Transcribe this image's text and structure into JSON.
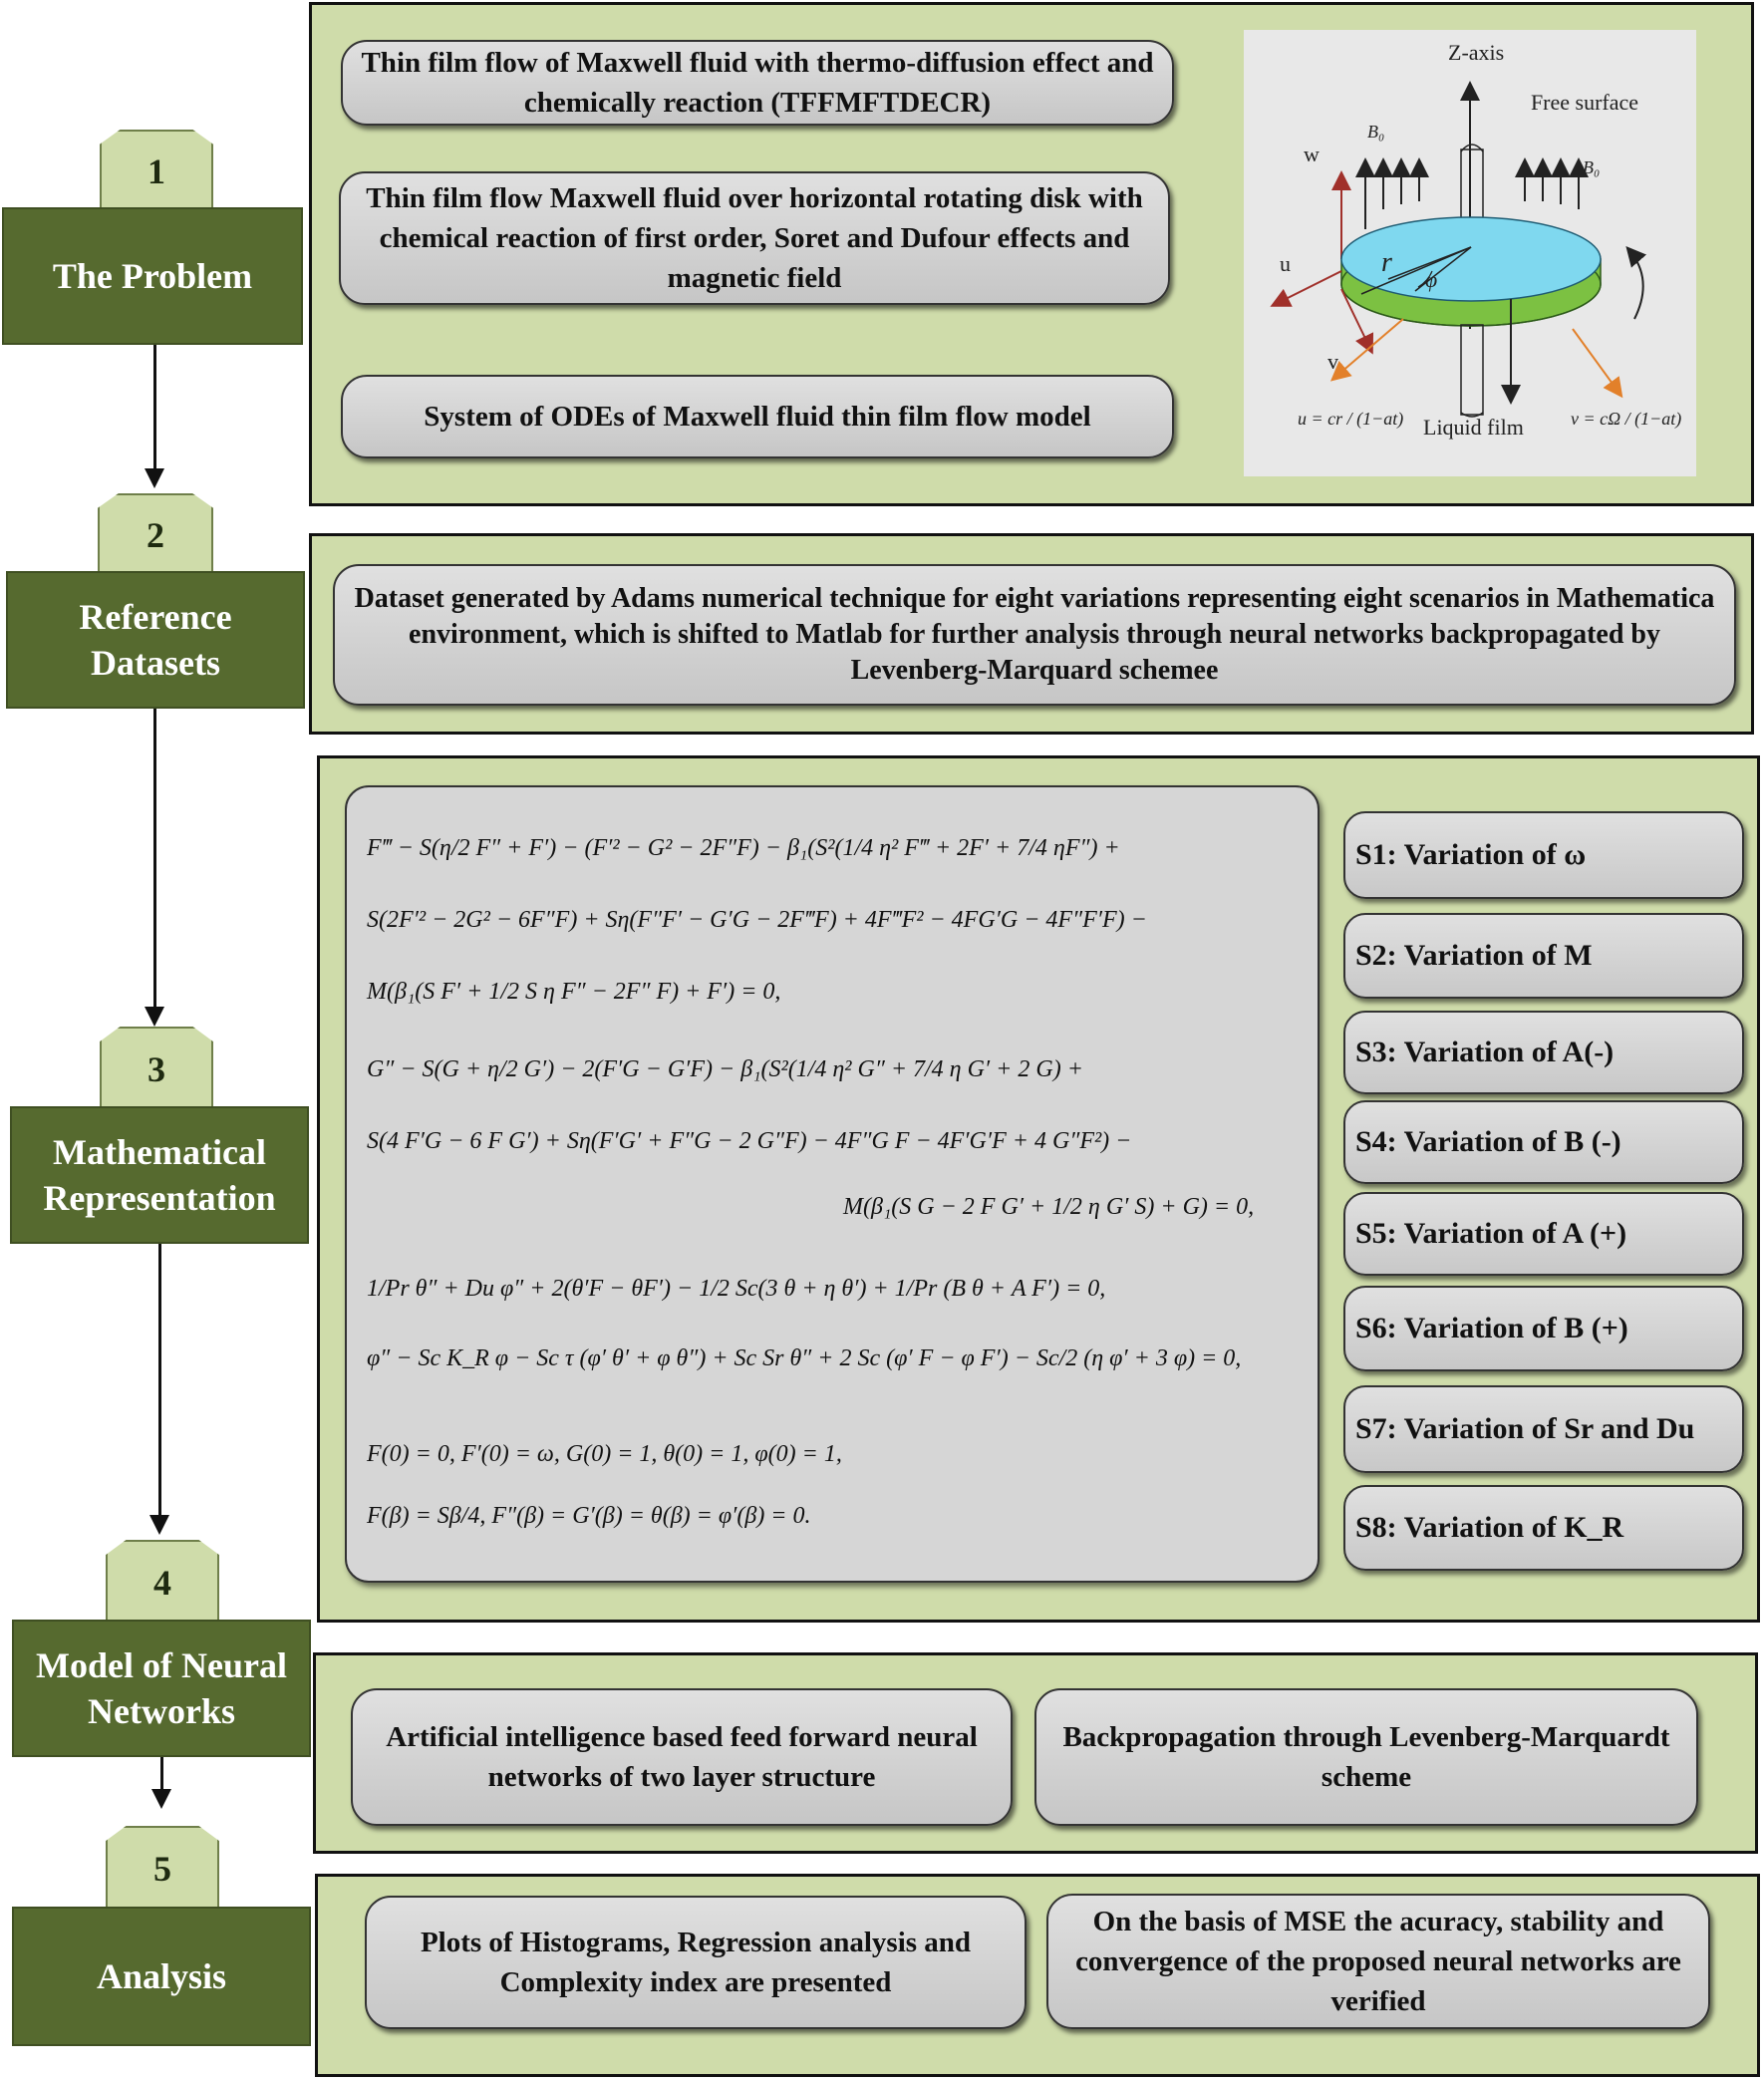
{
  "steps": [
    {
      "number": "1",
      "label": "The Problem"
    },
    {
      "number": "2",
      "label": "Reference Datasets"
    },
    {
      "number": "3",
      "label": "Mathematical Representation"
    },
    {
      "number": "4",
      "label": "Model of Neural Networks"
    },
    {
      "number": "5",
      "label": "Analysis"
    }
  ],
  "problem": {
    "box1": "Thin film flow of Maxwell fluid with thermo-diffusion effect and chemically reaction (TFFMFTDECR)",
    "box2": "Thin film flow Maxwell fluid over horizontal rotating disk with chemical reaction of first order, Soret and Dufour effects and magnetic field",
    "box3": "System of ODEs of Maxwell fluid thin film flow model",
    "figure": {
      "z_axis": "Z-axis",
      "free_surface": "Free surface",
      "b0": "B₀",
      "w": "w",
      "u": "u",
      "v": "v",
      "r": "r",
      "phi": "φ",
      "liquid_film": "Liquid film",
      "u_eq": "u = cr / (1−at)",
      "v_eq": "v = cΩ / (1−at)"
    }
  },
  "datasets": {
    "text": "Dataset generated by Adams numerical technique for eight variations representing eight scenarios in Mathematica environment, which is shifted to Matlab for further analysis through neural networks backpropagated by Levenberg-Marquard schemee"
  },
  "math": {
    "eq1a": "F‴ − S(η/2 F″ + F′) − (F′² − G² − 2F″F) − β₁(S²(1/4 η² F‴ + 2F′ + 7/4 ηF″) +",
    "eq1b": "S(2F′² − 2G² − 6F″F) + Sη(F″F′ − G′G − 2F‴F) + 4F‴F² − 4FG′G − 4F″F′F) −",
    "eq1c": "M(β₁(S F′ + 1/2 S η F″ − 2F″ F) + F′) = 0,",
    "eq2a": "G″ − S(G + η/2 G′) − 2(F′G − G′F) − β₁(S²(1/4 η² G″ + 7/4 η G′ + 2 G) +",
    "eq2b": "S(4 F′G − 6 F G′) + Sη(F′G′ + F″G − 2 G″F) − 4F″G F − 4F′G′F + 4 G″F²) −",
    "eq2c": "M(β₁(S G − 2 F G′ + 1/2 η G′ S) + G) = 0,",
    "eq3": "1/Pr θ″ + Du φ″ + 2(θ′F − θF′) − 1/2 Sc(3 θ + η θ′) + 1/Pr (B θ + A F′) = 0,",
    "eq4": "φ″ − Sc K_R φ − Sc τ (φ′ θ′ + φ θ″) + Sc Sr θ″ + 2 Sc (φ′ F − φ F′) − Sc/2 (η φ′ + 3 φ) = 0,",
    "bc1": "F(0) = 0,  F′(0) = ω,  G(0) = 1,  θ(0) = 1,  φ(0) = 1,",
    "bc2": "F(β) = Sβ/4,  F″(β) = G′(β) = θ(β) = φ′(β) = 0."
  },
  "scenarios": [
    "S1: Variation of  ω",
    "S2: Variation of  M",
    "S3: Variation of  A(-)",
    "S4: Variation of  B (-)",
    "S5: Variation of A (+)",
    "S6: Variation of B (+)",
    "S7: Variation of Sr and Du",
    "S8: Variation of  K_R"
  ],
  "neural": {
    "box1": "Artificial intelligence based feed forward neural networks of two layer structure",
    "box2": "Backpropagation through Levenberg-Marquardt scheme"
  },
  "analysis": {
    "box1": "Plots of Histograms, Regression analysis and Complexity index are presented",
    "box2": "On the basis of MSE the acuracy, stability and convergence of the proposed neural networks are verified"
  },
  "colors": {
    "panel_bg": "#cfdcaa",
    "step_bg": "#566a2f",
    "pill_bg": "#d4d4d4",
    "disk_top": "#7fd8ef",
    "disk_side": "#7cc142"
  }
}
